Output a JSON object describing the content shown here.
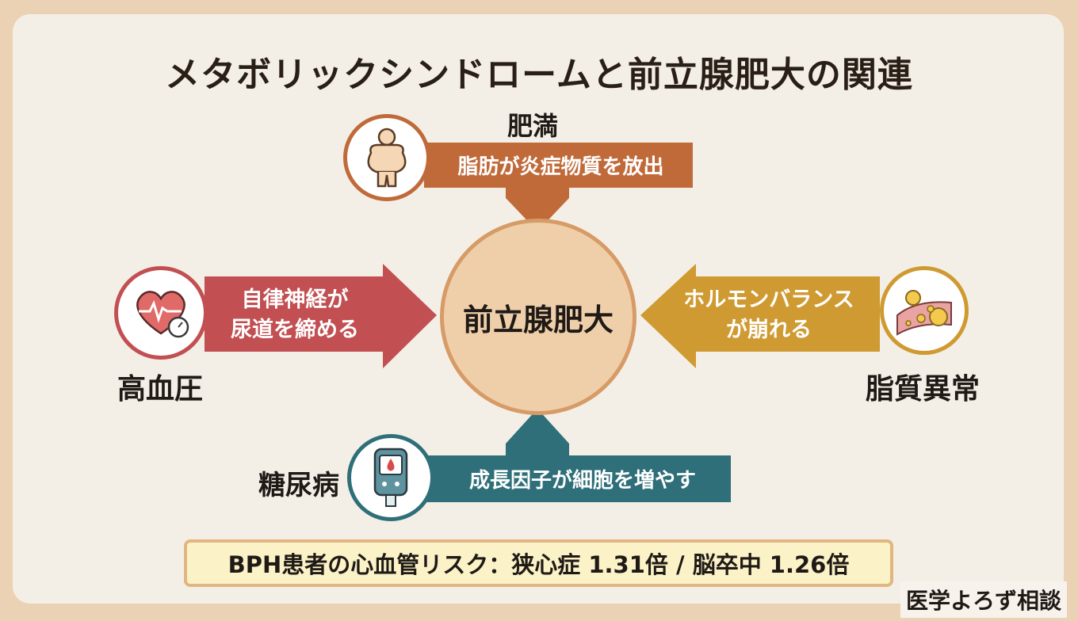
{
  "title": "メタボリックシンドロームと前立腺肥大の関連",
  "center": {
    "label": "前立腺肥大"
  },
  "factors": {
    "obesity": {
      "label": "肥満",
      "mechanism": "脂肪が炎症物質を放出",
      "icon": "obese-person-icon",
      "color": "#c06a3a"
    },
    "hypertension": {
      "label": "高血圧",
      "mechanism_line1": "自律神経が",
      "mechanism_line2": "尿道を締める",
      "icon": "heart-blood-pressure-icon",
      "color": "#c24f52"
    },
    "dyslipidemia": {
      "label": "脂質異常",
      "mechanism_line1": "ホルモンバランス",
      "mechanism_line2": "が崩れる",
      "icon": "fat-cells-vessel-icon",
      "color": "#cf9a31"
    },
    "diabetes": {
      "label": "糖尿病",
      "mechanism": "成長因子が細胞を増やす",
      "icon": "glucose-meter-icon",
      "color": "#2e6f79"
    }
  },
  "footer": {
    "text": "BPH患者の心血管リスク：狭心症 1.31倍 / 脳卒中 1.26倍"
  },
  "brand": {
    "text": "医学よろず相談"
  }
}
